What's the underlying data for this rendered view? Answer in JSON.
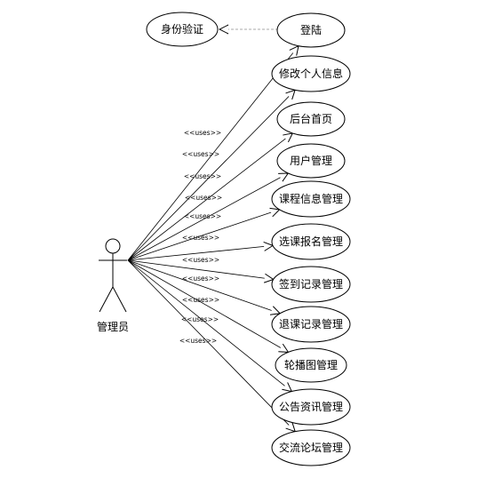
{
  "diagram": {
    "actor": {
      "label": "管理员"
    },
    "auth_usecase": "身份验证",
    "usecases": [
      {
        "label": "登陆"
      },
      {
        "label": "修改个人信息"
      },
      {
        "label": "后台首页"
      },
      {
        "label": "用户管理"
      },
      {
        "label": "课程信息管理"
      },
      {
        "label": "选课报名管理"
      },
      {
        "label": "签到记录管理"
      },
      {
        "label": "退课记录管理"
      },
      {
        "label": "轮播图管理"
      },
      {
        "label": "公告资讯管理"
      },
      {
        "label": "交流论坛管理"
      }
    ],
    "relation_label": "<<uses>>"
  }
}
